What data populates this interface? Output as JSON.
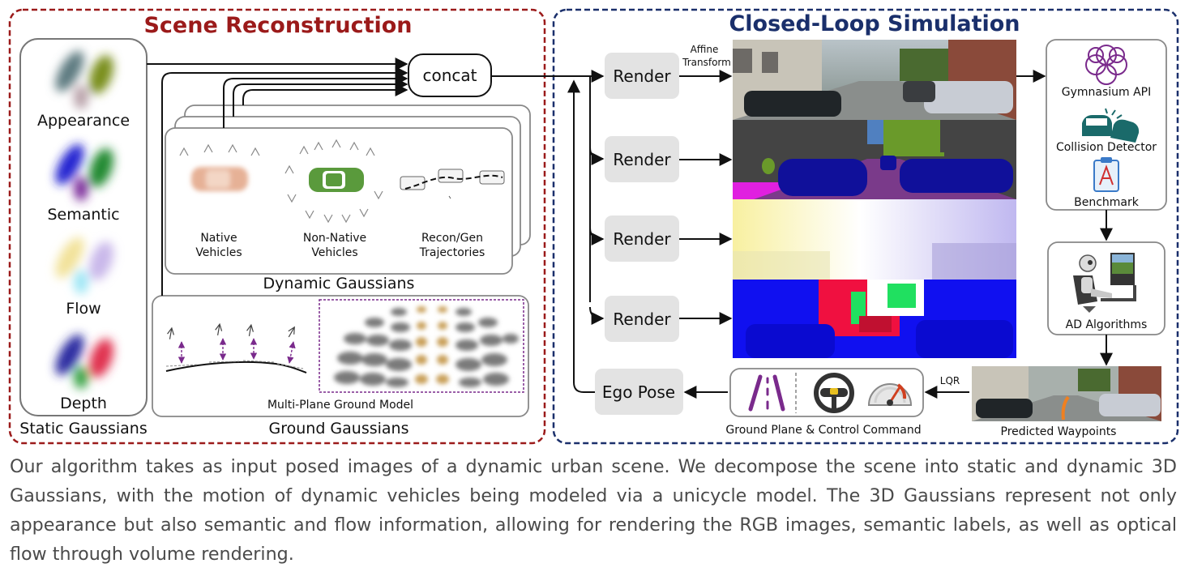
{
  "panels": {
    "scene_reconstruction": {
      "title": "Scene Reconstruction",
      "static": {
        "label": "Static Gaussians",
        "attributes": [
          "Appearance",
          "Semantic",
          "Flow",
          "Depth"
        ]
      },
      "concat_label": "concat",
      "dynamic": {
        "label": "Dynamic Gaussians",
        "items": [
          "Native Vehicles",
          "Non-Native Vehicles",
          "Recon/Gen Trajectories"
        ]
      },
      "ground": {
        "label": "Ground Gaussians",
        "model_label": "Multi-Plane Ground Model"
      }
    },
    "closed_loop_simulation": {
      "title": "Closed-Loop Simulation",
      "render_label": "Render",
      "affine_label": [
        "Affine",
        "Transform"
      ],
      "ego_pose_label": "Ego Pose",
      "lqr_label": "LQR",
      "control_label": "Ground Plane & Control Command",
      "waypoints_label": "Predicted Waypoints",
      "ad_algorithms_label": "AD Algorithms",
      "tools": [
        "Gymnasium API",
        "Collision Detector",
        "Benchmark"
      ]
    }
  },
  "caption": "Our algorithm takes as input posed images of a dynamic urban scene. We decompose the scene into static and dynamic 3D Gaussians, with the motion of dynamic vehicles being modeled via a unicycle model. The 3D Gaussians represent not only appearance but also semantic and flow information, allowing for rendering the RGB images, semantic labels, as well as optical flow through volume rendering.",
  "colors": {
    "reconstruction_border": "#9b1a1a",
    "simulation_border": "#1a2f6b",
    "vehicle_green": "#5a9a3c",
    "vehicle_orange": "#e6b196",
    "purple_accent": "#7a2a8c"
  }
}
